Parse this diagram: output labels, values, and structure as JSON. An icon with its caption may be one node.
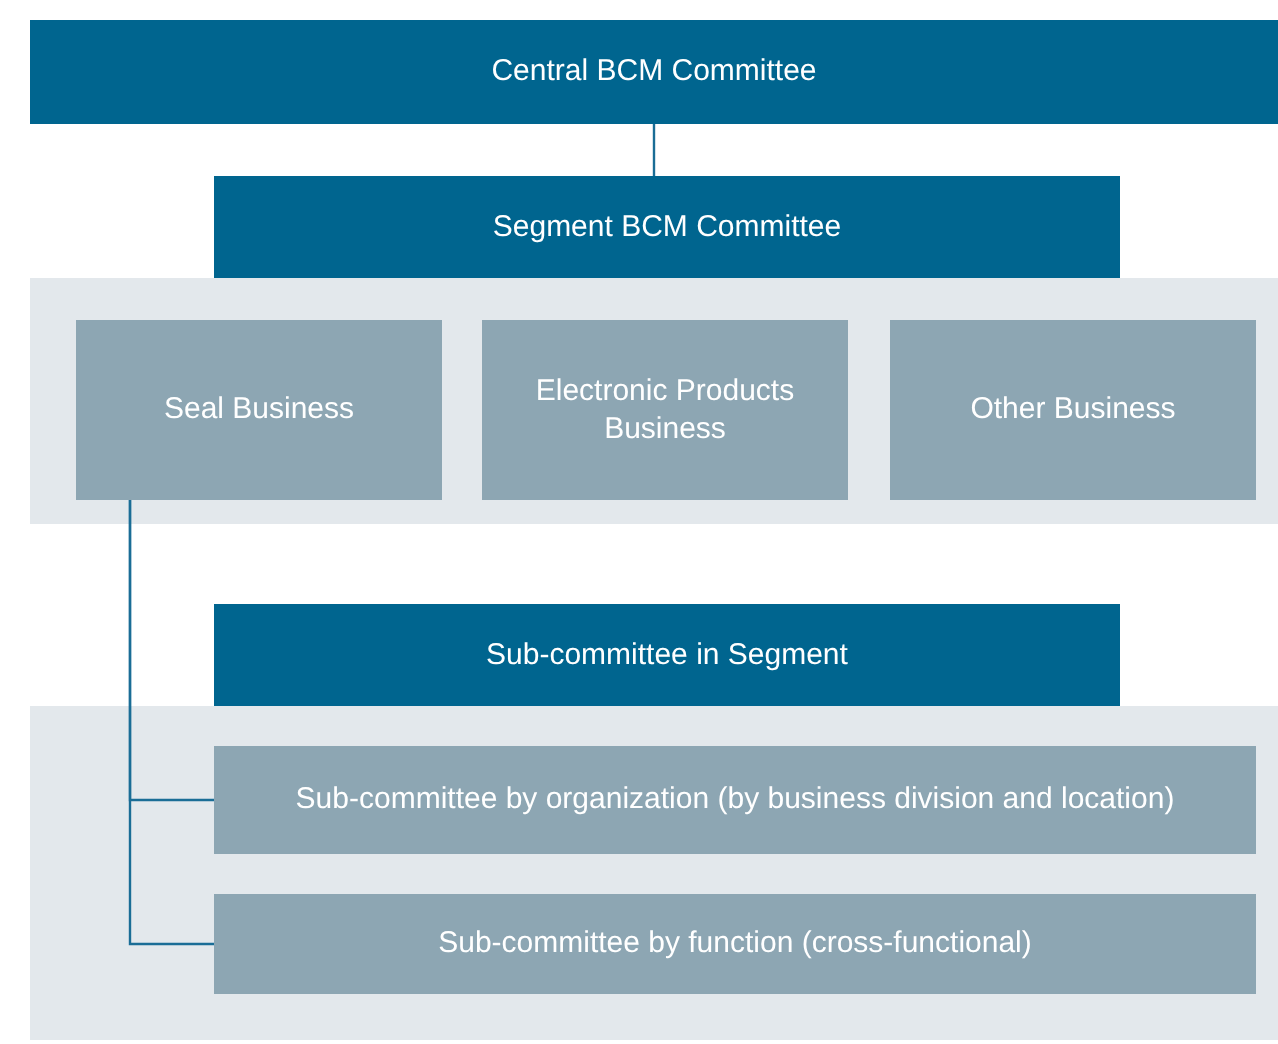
{
  "diagram": {
    "nodes": [
      {
        "text": [
          "Central BCM Committee"
        ]
      },
      {
        "text": [
          "Segment BCM Committee"
        ]
      },
      {
        "text": [],
        "shape": "box"
      },
      {
        "text": [
          "Seal Business"
        ],
        "in": 2
      },
      {
        "text": [
          "Electronic Products Business"
        ],
        "in": 2
      },
      {
        "text": [
          "Other Business"
        ],
        "in": 2
      },
      {
        "text": [
          "Sub-committee in Segment"
        ]
      },
      {
        "text": [],
        "shape": "box"
      },
      {
        "text": [
          "Sub-committee by organization (by business division and location)"
        ],
        "in": 7
      },
      {
        "text": [
          "Sub-committee by function (cross-functional)"
        ],
        "in": 7
      }
    ],
    "edges": [
      {
        "from": 0,
        "to": 1,
        "arrow": "none"
      },
      {
        "from": 3,
        "to": 8,
        "arrow": "none"
      },
      {
        "from": 3,
        "to": 9,
        "arrow": "none"
      }
    ]
  }
}
